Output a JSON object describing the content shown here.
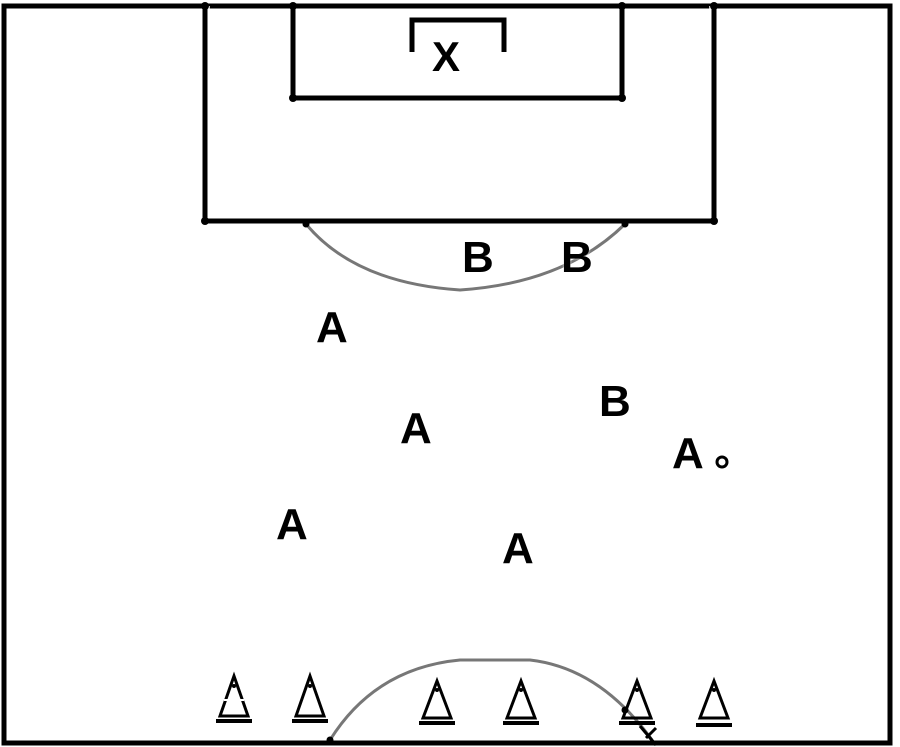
{
  "diagram": {
    "goalkeeper": {
      "label": "X"
    },
    "players": [
      {
        "team": "B",
        "label": "B"
      },
      {
        "team": "B",
        "label": "B"
      },
      {
        "team": "B",
        "label": "B"
      },
      {
        "team": "A",
        "label": "A"
      },
      {
        "team": "A",
        "label": "A"
      },
      {
        "team": "A",
        "label": "A"
      },
      {
        "team": "A",
        "label": "A"
      },
      {
        "team": "A",
        "label": "A"
      }
    ],
    "ball": {
      "holder": "A"
    },
    "cones": {
      "count": 6
    },
    "colors": {
      "lines": "#000000",
      "arc": "#777777",
      "background": "#ffffff"
    }
  }
}
